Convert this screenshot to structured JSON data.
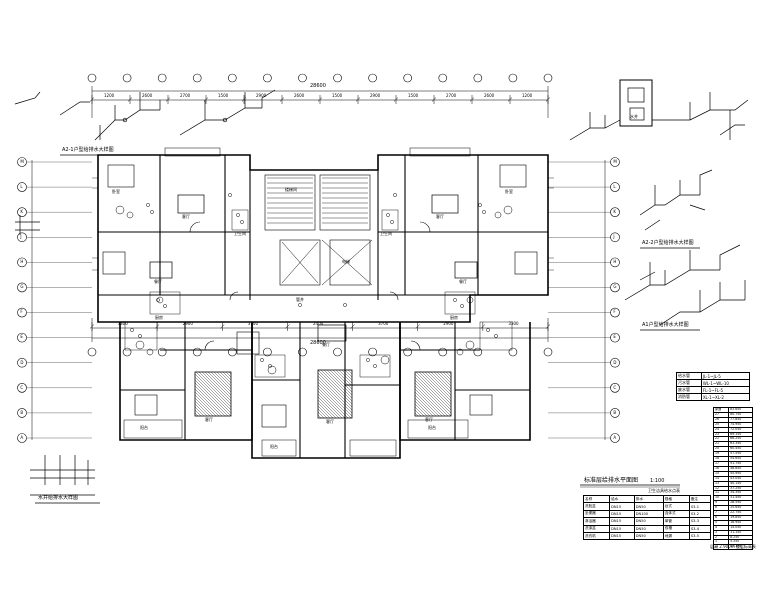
{
  "titles": {
    "main_plan": "标准层给排水平面图",
    "main_plan_scale": "1:100",
    "a2_1_axon": "A2-1户型给排水大样图",
    "a2_2_axon": "A2-2户型给排水大样图",
    "a1_axon": "A1户型给排水大样图",
    "well_axon": "水井给排水大样图",
    "schedule_title": "卫生洁具给水点表"
  },
  "dimensions": {
    "top_total": "28600",
    "bottom_total": "28600",
    "top_segments": [
      "1200",
      "2600",
      "2700",
      "1500",
      "2900",
      "2600",
      "1500",
      "2900",
      "1500",
      "2700",
      "2600",
      "1200"
    ],
    "bottom_segments": [
      "3300",
      "2900",
      "3700",
      "2400",
      "3700",
      "2900",
      "3300"
    ]
  },
  "grid_rows": [
    "M",
    "L",
    "K",
    "J",
    "H",
    "G",
    "F",
    "E",
    "D",
    "C",
    "B",
    "A"
  ],
  "rooms": {
    "bedroom": "卧室",
    "living": "客厅",
    "dining": "餐厅",
    "kitchen": "厨房",
    "bath": "卫生间",
    "balcony": "阳台",
    "stair": "楼梯间",
    "elevator": "电梯",
    "shaft": "管井",
    "well": "水井"
  },
  "legend": {
    "rows": [
      [
        "给水管",
        "JL-1~JL-5"
      ],
      [
        "污水管",
        "WL-1~WL-10"
      ],
      [
        "废水管",
        "FL-1~FL-5"
      ],
      [
        "消防管",
        "XL-1~XL-2"
      ]
    ]
  },
  "floors": {
    "rows": [
      [
        "屋面",
        "83.650"
      ],
      [
        "27",
        "80.750"
      ],
      [
        "26",
        "77.850"
      ],
      [
        "25",
        "74.950"
      ],
      [
        "24",
        "72.050"
      ],
      [
        "23",
        "69.150"
      ],
      [
        "22",
        "66.250"
      ],
      [
        "21",
        "63.350"
      ],
      [
        "20",
        "60.450"
      ],
      [
        "19",
        "57.550"
      ],
      [
        "18",
        "54.650"
      ],
      [
        "17",
        "51.750"
      ],
      [
        "16",
        "48.850"
      ],
      [
        "15",
        "45.950"
      ],
      [
        "14",
        "43.050"
      ],
      [
        "13",
        "40.150"
      ],
      [
        "12",
        "37.250"
      ],
      [
        "11",
        "34.350"
      ],
      [
        "10",
        "31.450"
      ],
      [
        "9",
        "28.550"
      ],
      [
        "8",
        "25.650"
      ],
      [
        "7",
        "22.750"
      ],
      [
        "6",
        "19.850"
      ],
      [
        "5",
        "16.950"
      ],
      [
        "4",
        "14.050"
      ],
      [
        "3",
        "11.150"
      ],
      [
        "2",
        "8.250"
      ],
      [
        "1",
        "5.350"
      ],
      [
        "-1",
        "±0.000"
      ]
    ],
    "note": "层高 2.900m  楼层标高表"
  },
  "schedule": {
    "rows": [
      [
        "名称",
        "给水",
        "排水",
        "规格",
        "备注"
      ],
      [
        "洗脸盆",
        "DN15",
        "DN50",
        "台式",
        "S3-1"
      ],
      [
        "坐便器",
        "DN15",
        "DN100",
        "连体式",
        "S3-2"
      ],
      [
        "淋浴器",
        "DN15",
        "DN50",
        "单管",
        "S3-3"
      ],
      [
        "洗涤盆",
        "DN15",
        "DN50",
        "双槽",
        "S3-4"
      ],
      [
        "洗衣机",
        "DN15",
        "DN50",
        "地漏",
        "S3-5"
      ]
    ]
  }
}
